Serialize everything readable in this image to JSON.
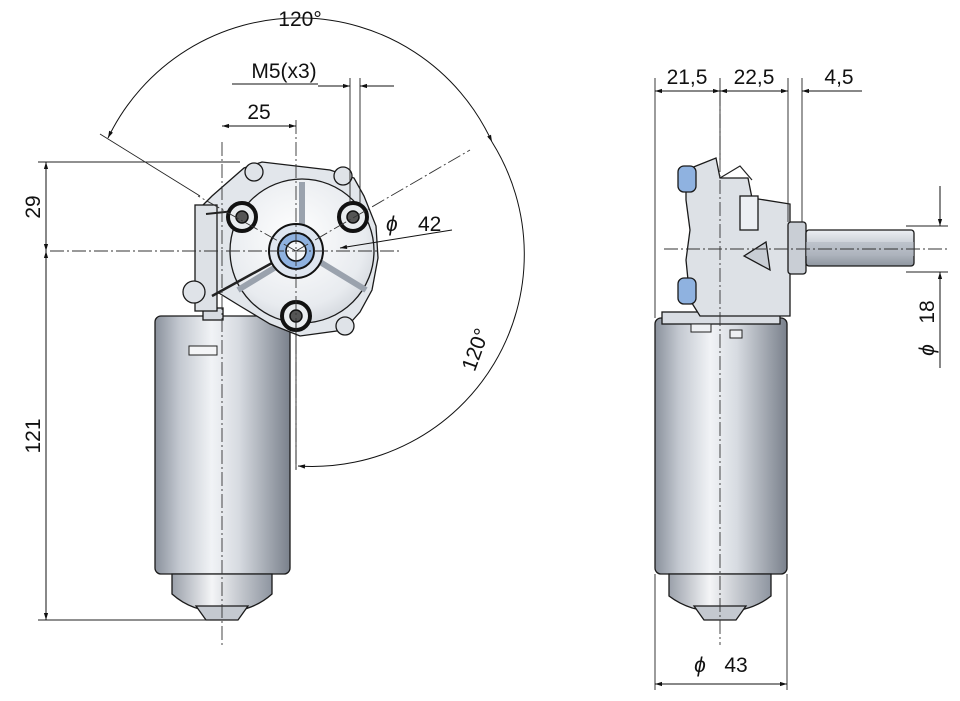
{
  "drawing": {
    "front_view": {
      "angle_top": "120°",
      "angle_right": "120°",
      "thread_label": "M5(x3)",
      "dim_bolt_offset": "25",
      "dim_upper_height": "29",
      "dim_bolt_circle_symbol": "ϕ",
      "dim_bolt_circle_value": "42",
      "dim_total_height": "121"
    },
    "side_view": {
      "dim_a": "21,5",
      "dim_b": "22,5",
      "dim_c": "4,5",
      "dim_shaft_symbol": "ϕ",
      "dim_shaft_value": "18",
      "dim_motor_symbol": "ϕ",
      "dim_motor_value": "43"
    }
  },
  "colors": {
    "line": "#111111",
    "body_light": "#e6e9ee",
    "body_dark": "#7d8592",
    "ring_blue": "#8fb2e0"
  }
}
